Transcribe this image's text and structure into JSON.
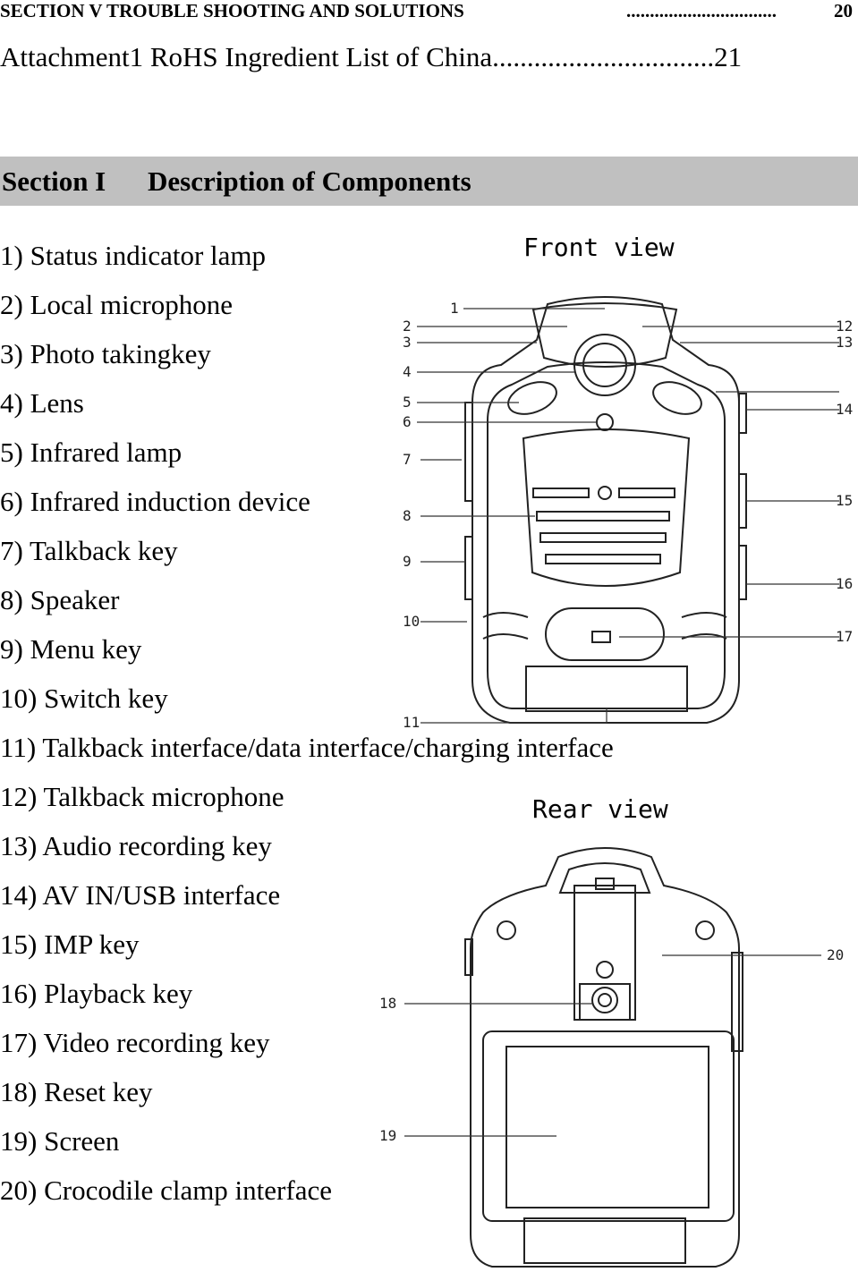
{
  "toc": {
    "line1_title": "SECTION V TROUBLE SHOOTING AND SOLUTIONS",
    "line1_dots": "................................",
    "line1_page": "20",
    "line2": "Attachment1 RoHS Ingredient List of China................................21"
  },
  "section": {
    "number": "Section I",
    "title": "Description of Components"
  },
  "components": [
    "1) Status indicator lamp",
    "2) Local microphone",
    "3) Photo takingkey",
    "4) Lens",
    "5) Infrared lamp",
    "6) Infrared induction device",
    "7) Talkback key",
    "8) Speaker",
    "9) Menu key",
    "10) Switch key",
    "11) Talkback interface/data interface/charging interface",
    "12) Talkback microphone",
    "13) Audio recording key",
    "14) AV IN/USB interface",
    "15) IMP key",
    "16) Playback key",
    "17) Video recording key",
    "18) Reset key",
    "19) Screen",
    "20) Crocodile clamp interface"
  ],
  "figures": {
    "front_title": "Front view",
    "rear_title": "Rear view",
    "front_callouts": [
      "1",
      "2",
      "3",
      "4",
      "5",
      "6",
      "7",
      "8",
      "9",
      "10",
      "11",
      "12",
      "13",
      "14",
      "15",
      "16",
      "17"
    ],
    "rear_callouts": [
      "18",
      "19",
      "20"
    ]
  }
}
